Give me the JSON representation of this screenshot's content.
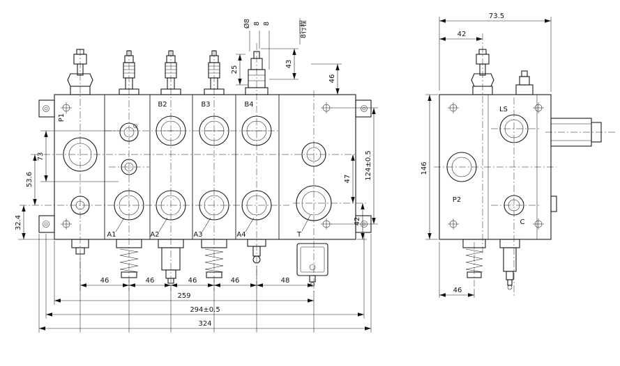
{
  "front_view": {
    "ports": {
      "P1": "P1",
      "B2": "B2",
      "B3": "B3",
      "B4": "B4",
      "A1": "A1",
      "A2": "A2",
      "A3": "A3",
      "A4": "A4",
      "T": "T"
    },
    "dims_bottom": {
      "p1": "46",
      "p2": "46",
      "p3": "46",
      "p4": "46",
      "p5": "48",
      "span": "259",
      "mount": "294±0.5",
      "overall": "324"
    },
    "dims_left": {
      "d73": "73",
      "d53_6": "53.6",
      "d32_4": "32.4"
    },
    "dims_right": {
      "d124": "124±0.5",
      "d47": "47",
      "d42": "42",
      "d46": "46"
    },
    "dims_top": {
      "d25": "25",
      "dphi8": "Ø8",
      "d8a": "8",
      "d8b": "8",
      "stroke": "8行程",
      "d43": "43"
    }
  },
  "side_view": {
    "ports": {
      "LS": "LS",
      "P2": "P2",
      "C": "C"
    },
    "dims": {
      "w73_5": "73.5",
      "w42": "42",
      "h146": "146",
      "w46": "46"
    }
  }
}
